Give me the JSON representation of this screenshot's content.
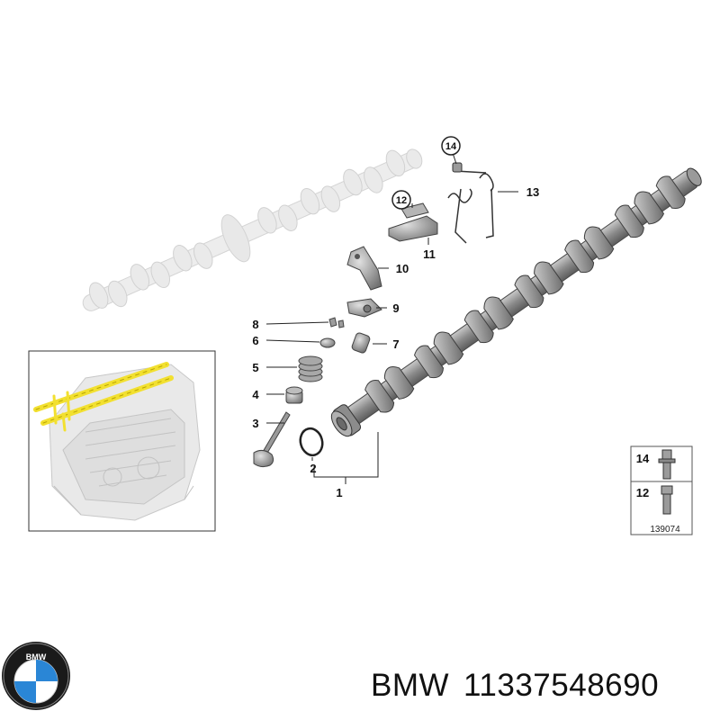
{
  "callouts": [
    {
      "id": "1",
      "label": "1"
    },
    {
      "id": "2",
      "label": "2"
    },
    {
      "id": "3",
      "label": "3"
    },
    {
      "id": "4",
      "label": "4"
    },
    {
      "id": "5",
      "label": "5"
    },
    {
      "id": "6",
      "label": "6"
    },
    {
      "id": "7",
      "label": "7"
    },
    {
      "id": "8",
      "label": "8"
    },
    {
      "id": "9",
      "label": "9"
    },
    {
      "id": "10",
      "label": "10"
    },
    {
      "id": "11",
      "label": "11"
    },
    {
      "id": "12",
      "label": "12"
    },
    {
      "id": "13",
      "label": "13"
    },
    {
      "id": "14",
      "label": "14"
    }
  ],
  "legend": {
    "items": [
      {
        "label": "14",
        "icon": "flange-bolt-icon"
      },
      {
        "label": "12",
        "icon": "bolt-icon"
      }
    ],
    "code": "139074"
  },
  "footer": {
    "brand": "BMW",
    "part_number": "11337548690",
    "logo_letters": "BMW"
  },
  "colors": {
    "part_grey": "#9a9a9a",
    "ghost_grey": "#e2e2e2",
    "highlight": "#f2e030",
    "bmw_blue": "#2a86d6"
  }
}
